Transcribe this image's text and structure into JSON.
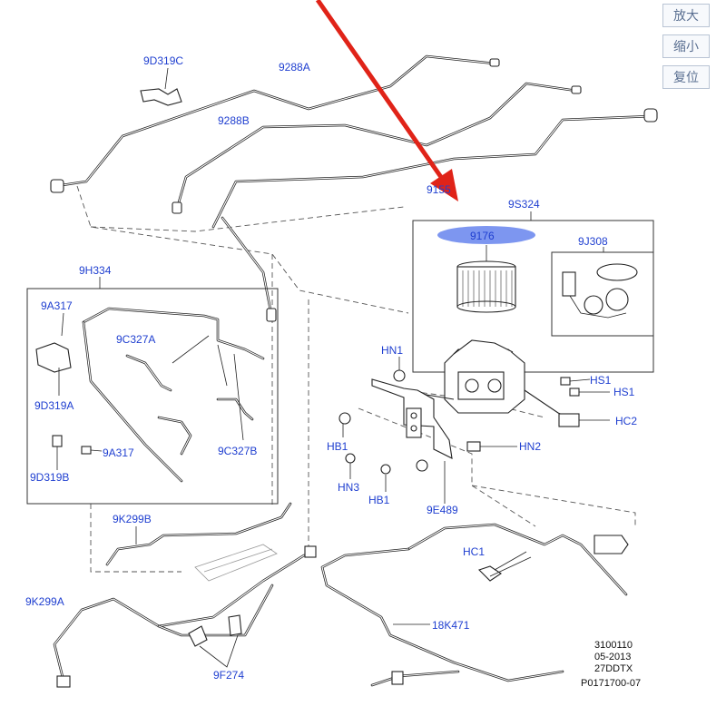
{
  "zoom_controls": {
    "zoom_in": "放大",
    "zoom_out": "缩小",
    "reset": "复位"
  },
  "labels": {
    "l_9d319c": "9D319C",
    "l_9288a": "9288A",
    "l_9288b": "9288B",
    "l_9155": "9155",
    "l_9s324": "9S324",
    "l_9176": "9176",
    "l_9j308": "9J308",
    "l_9h334": "9H334",
    "l_9a317_top": "9A317",
    "l_9c327a": "9C327A",
    "l_9d319a": "9D319A",
    "l_9c327b": "9C327B",
    "l_9a317_bottom": "9A317",
    "l_9d319b": "9D319B",
    "l_hn1": "HN1",
    "l_hs1_a": "HS1",
    "l_hs1_b": "HS1",
    "l_hc2": "HC2",
    "l_hb1_left": "HB1",
    "l_hn2": "HN2",
    "l_hn3": "HN3",
    "l_hb1_bottom": "HB1",
    "l_9e489": "9E489",
    "l_9k299b": "9K299B",
    "l_9k299a": "9K299A",
    "l_hc1": "HC1",
    "l_18k471": "18K471",
    "l_9f274": "9F274"
  },
  "info_block": {
    "line1": "3100110",
    "line2": "05-2013",
    "line3": "27DDTX",
    "line4": "P0171700-07"
  },
  "colors": {
    "label": "#1f3fd0",
    "highlight": "#7d96f0",
    "arrow": "#e02318",
    "line": "#222222"
  }
}
